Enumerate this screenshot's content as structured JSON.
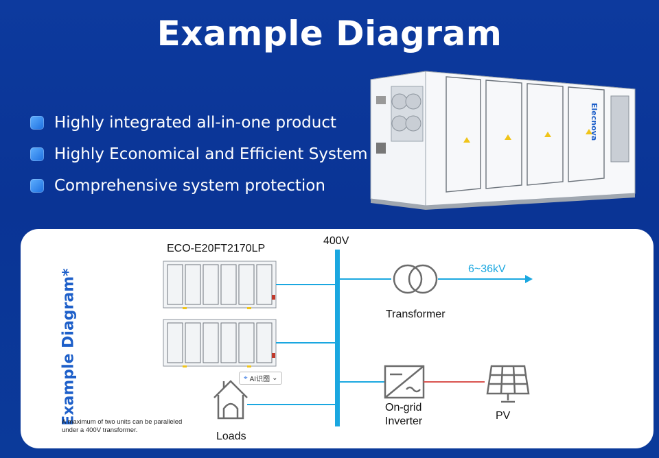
{
  "header": {
    "title": "Example Diagram"
  },
  "bullets": [
    "Highly integrated all-in-one product",
    "Highly Economical and Efficient System",
    "Comprehensive system protection"
  ],
  "product": {
    "brand": "Elecnova"
  },
  "diagram": {
    "side_title": "Example Diagram*",
    "model": "ECO-E20FT2170LP",
    "bus_voltage": "400V",
    "grid_voltage": "6~36kV",
    "transformer": "Transformer",
    "inverter_line1": "On-grid",
    "inverter_line2": "Inverter",
    "pv": "PV",
    "loads": "Loads",
    "note": "A maximum of two units can be paralleled under a 400V transformer.",
    "ai_chip": "AI识图"
  },
  "colors": {
    "accent": "#1aa7e0",
    "pv_line": "#d9534f",
    "brand_blue": "#1d5fc9"
  }
}
